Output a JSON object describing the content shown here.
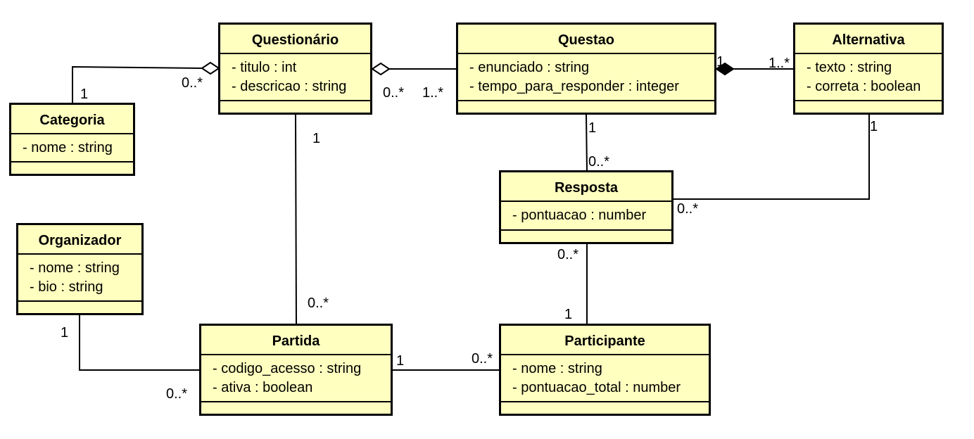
{
  "classes": {
    "questionario": {
      "name": "Questionário",
      "attributes": [
        "- titulo : int",
        "- descricao : string"
      ]
    },
    "questao": {
      "name": "Questao",
      "attributes": [
        "- enunciado : string",
        "- tempo_para_responder : integer"
      ]
    },
    "alternativa": {
      "name": "Alternativa",
      "attributes": [
        "- texto : string",
        "- correta : boolean"
      ]
    },
    "categoria": {
      "name": "Categoria",
      "attributes": [
        "- nome : string"
      ]
    },
    "resposta": {
      "name": "Resposta",
      "attributes": [
        "- pontuacao : number"
      ]
    },
    "organizador": {
      "name": "Organizador",
      "attributes": [
        "- nome : string",
        "- bio : string"
      ]
    },
    "partida": {
      "name": "Partida",
      "attributes": [
        "- codigo_acesso : string",
        "- ativa : boolean"
      ]
    },
    "participante": {
      "name": "Participante",
      "attributes": [
        "- nome : string",
        "- pontuacao_total : number"
      ]
    }
  },
  "multiplicities": {
    "categoria_questionario_cat": "1",
    "categoria_questionario_q": "0..*",
    "questionario_questao_q": "0..*",
    "questionario_questao_qs": "1..*",
    "questao_alternativa_qs": "1",
    "questao_alternativa_alt": "1..*",
    "questionario_partida_q": "1",
    "questionario_partida_p": "0..*",
    "questao_resposta_qs": "1",
    "questao_resposta_r": "0..*",
    "alternativa_resposta_alt": "1",
    "alternativa_resposta_r": "0..*",
    "resposta_participante_r": "0..*",
    "resposta_participante_p": "1",
    "organizador_partida_o": "1",
    "organizador_partida_p": "0..*",
    "partida_participante_pa": "1",
    "partida_participante_pt": "0..*"
  }
}
